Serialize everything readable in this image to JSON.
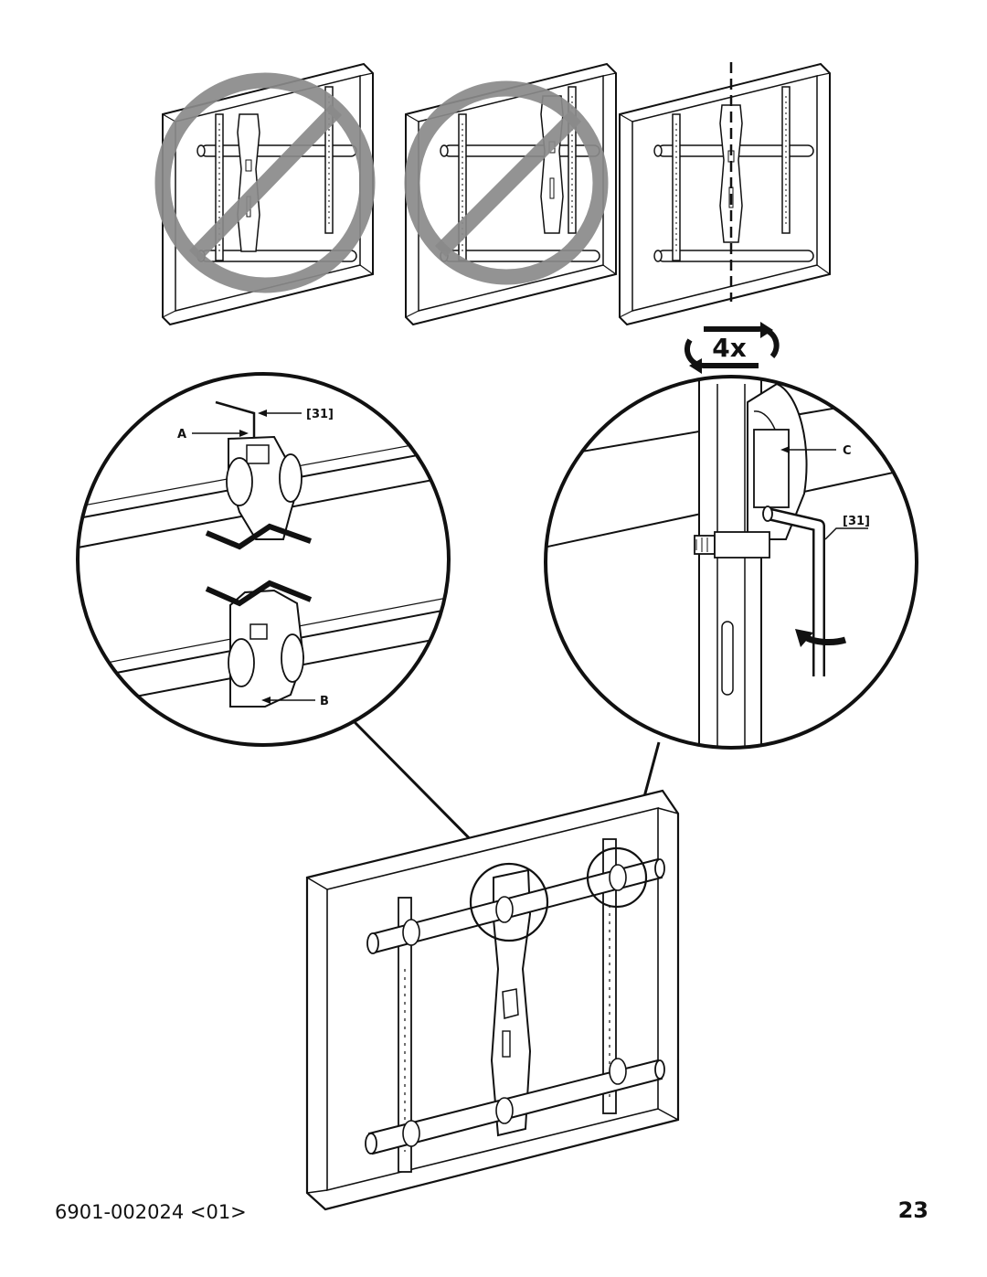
{
  "page": {
    "footer_code": "6901-002024 <01>",
    "page_number": "23"
  },
  "callouts": {
    "repeat_count": "4x",
    "tool_ref_left": "[31]",
    "tool_ref_right": "[31]",
    "label_a": "A",
    "label_b": "B",
    "label_c": "C"
  },
  "panels": [
    {
      "status": "incorrect",
      "icon": "prohibited-icon"
    },
    {
      "status": "incorrect",
      "icon": "prohibited-icon"
    },
    {
      "status": "correct",
      "icon": "center-line"
    }
  ],
  "colors": {
    "prohibited": "#8a8a8a",
    "line": "#111111",
    "fill": "#ffffff"
  }
}
